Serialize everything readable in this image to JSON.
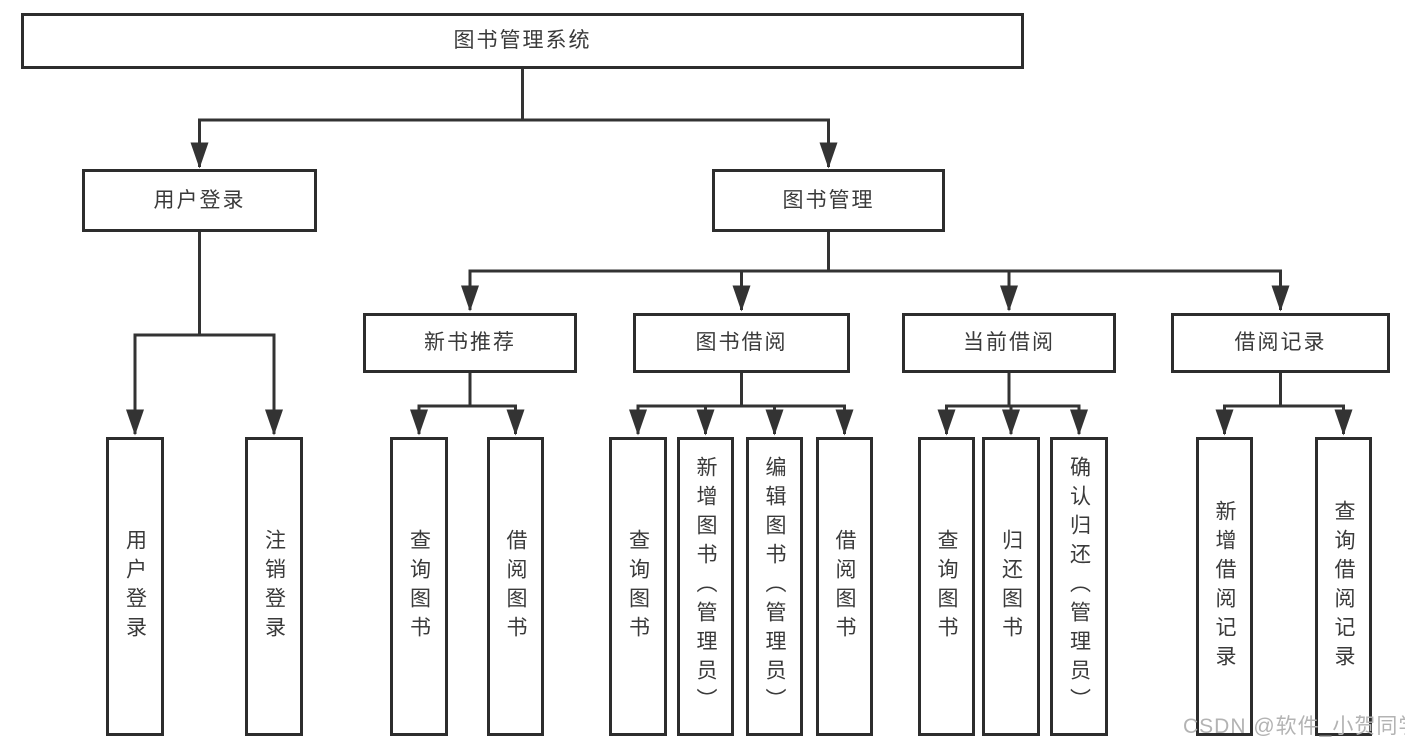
{
  "diagram": {
    "root": "图书管理系统",
    "branches": [
      {
        "label": "用户登录",
        "leaves": [
          "用户登录",
          "注销登录"
        ]
      },
      {
        "label": "图书管理",
        "groups": [
          {
            "label": "新书推荐",
            "leaves": [
              "查询图书",
              "借阅图书"
            ]
          },
          {
            "label": "图书借阅",
            "leaves": [
              "查询图书",
              "新增图书（管理员）",
              "编辑图书（管理员）",
              "借阅图书"
            ]
          },
          {
            "label": "当前借阅",
            "leaves": [
              "查询图书",
              "归还图书",
              "确认归还（管理员）"
            ]
          },
          {
            "label": "借阅记录",
            "leaves": [
              "新增借阅记录",
              "查询借阅记录"
            ]
          }
        ]
      }
    ]
  },
  "watermark": "CSDN @软件_小贺同学",
  "colors": {
    "line": "#333333",
    "border": "#2d2d2d",
    "text": "#3a3a3a",
    "background": "#ffffff",
    "watermark_color": "#b3b3b3"
  }
}
